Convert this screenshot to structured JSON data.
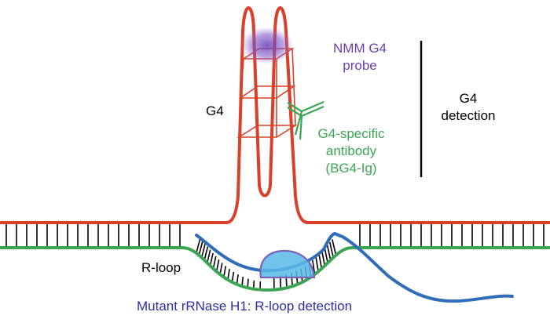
{
  "colors": {
    "dna_top": "#d9402a",
    "dna_bottom": "#3aa652",
    "rung": "#000000",
    "probe": "#6a3fb3",
    "antibody": "#3aa652",
    "rnase": "#2f6db8",
    "rnase_body": "#58b9e6",
    "rnase_label": "#2a2f9c",
    "text": "#000000"
  },
  "labels": {
    "g4": "G4",
    "probe_line1": "NMM G4",
    "probe_line2": "probe",
    "detection_line1": "G4",
    "detection_line2": "detection",
    "antibody_line1": "G4-specific",
    "antibody_line2": "antibody",
    "antibody_line3": "(BG4-Ig)",
    "rloop": "R-loop",
    "rnase": "Mutant rRNase H1: R-loop detection"
  },
  "icons": {
    "probe": "fuzzy-purple-blob",
    "antibody": "y-shaped-antibody",
    "rnase": "dome-enzyme"
  }
}
